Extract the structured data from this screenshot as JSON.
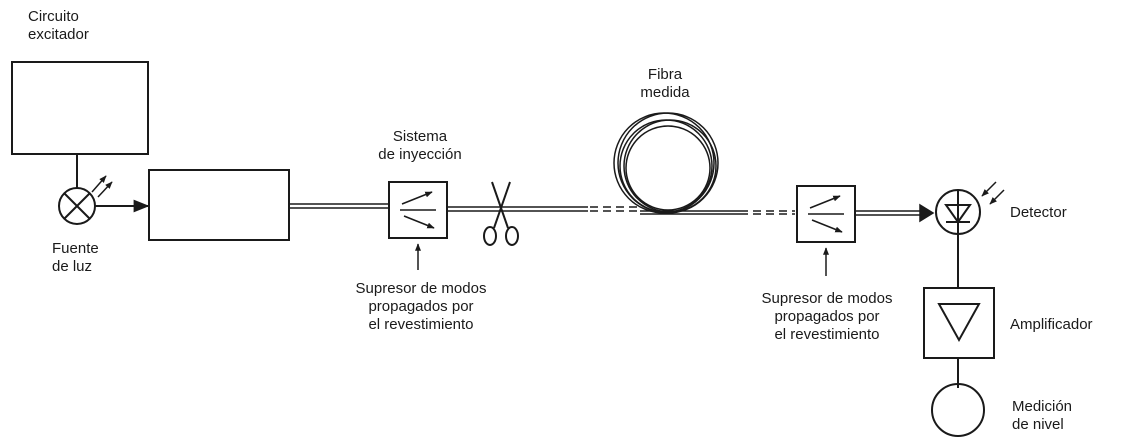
{
  "labels": {
    "driver_circuit": [
      "Circuito",
      "excitador"
    ],
    "light_source": [
      "Fuente",
      "de luz"
    ],
    "injection_system": [
      "Sistema",
      "de inyección"
    ],
    "measured_fiber": [
      "Fibra",
      "medida"
    ],
    "mode_stripper_left": [
      "Supresor de modos",
      "propagados por",
      "el revestimiento"
    ],
    "mode_stripper_right": [
      "Supresor de modos",
      "propagados por",
      "el revestimiento"
    ],
    "detector": "Detector",
    "amplifier": "Amplificador",
    "level_meter": [
      "Medición",
      "de nivel"
    ]
  },
  "icons": {
    "light_source": "lamp-cross-circle-icon",
    "scissors": "scissors-icon",
    "detector": "photodiode-icon",
    "amplifier": "triangle-amplifier-icon",
    "fiber_coil": "fiber-coil-icon"
  },
  "colors": {
    "ink": "#1a1a1a",
    "background": "#ffffff"
  }
}
